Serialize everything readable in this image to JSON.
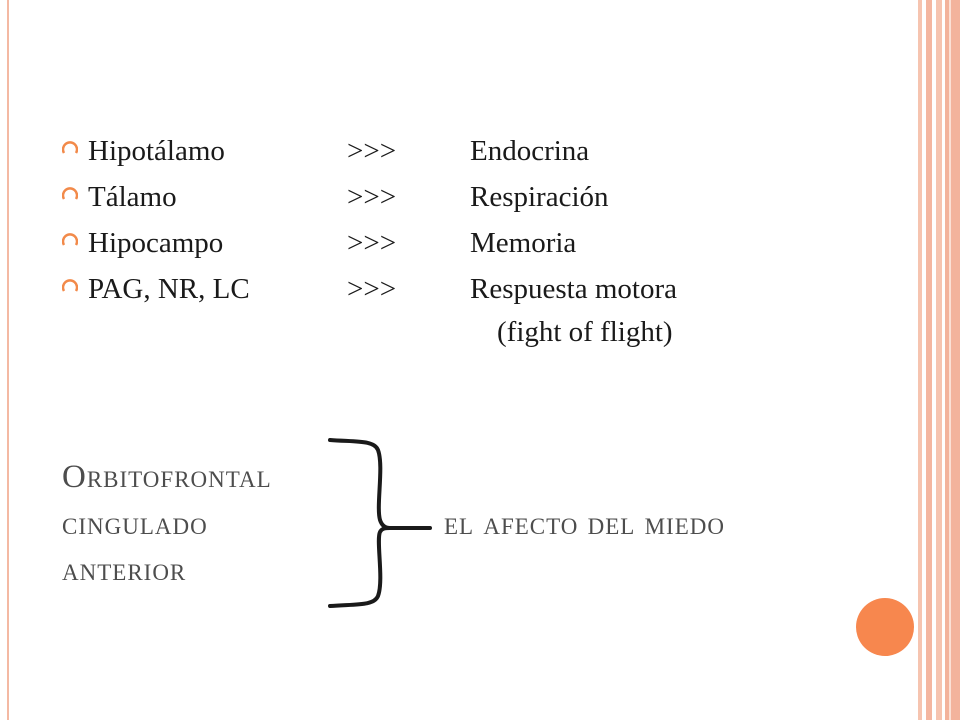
{
  "bullet_rows": [
    {
      "term": "Hipotálamo",
      "arrow": ">>>",
      "result": "Endocrina"
    },
    {
      "term": "Tálamo",
      "arrow": ">>>",
      "result": "Respiración"
    },
    {
      "term": "Hipocampo",
      "arrow": ">>>",
      "result": "Memoria"
    },
    {
      "term": "PAG, NR, LC",
      "arrow": ">>>",
      "result": "Respuesta motora"
    }
  ],
  "note": "(fight of flight)",
  "grouped_terms": [
    "Orbitofrontal",
    "cingulado",
    "anterior"
  ],
  "effect_label": "el afecto del miedo",
  "colors": {
    "accent": "#f7874e",
    "stripe": "#f4b6a0",
    "bullet": "#f28a4a"
  }
}
